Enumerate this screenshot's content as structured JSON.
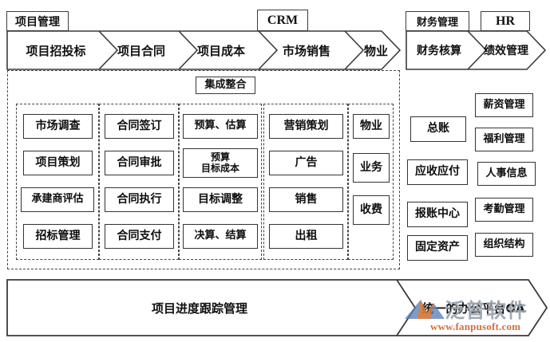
{
  "diagram": {
    "title_caption_tabs": [
      {
        "id": "pm",
        "label": "项目管理"
      },
      {
        "id": "crm",
        "label": "CRM"
      },
      {
        "id": "finance",
        "label": "财务管理"
      },
      {
        "id": "hr",
        "label": "HR"
      }
    ],
    "process_band_left": {
      "steps": [
        "项目招投标",
        "项目合同",
        "项目成本",
        "市场销售",
        "物业"
      ]
    },
    "process_band_right": {
      "steps": [
        "财务核算",
        "绩效管理"
      ]
    },
    "integration_tag": "集成整合",
    "columns": [
      {
        "id": "bidding",
        "parent": "项目招投标",
        "items": [
          "市场调查",
          "项目策划",
          "承建商评估",
          "招标管理"
        ]
      },
      {
        "id": "contract",
        "parent": "项目合同",
        "items": [
          "合同签订",
          "合同审批",
          "合同执行",
          "合同支付"
        ]
      },
      {
        "id": "cost",
        "parent": "项目成本",
        "items": [
          "预算、估算",
          "预算\n目标成本",
          "目标调整",
          "决算、结算"
        ]
      },
      {
        "id": "sales",
        "parent": "市场销售",
        "items": [
          "营销策划",
          "广告",
          "销售",
          "出租"
        ]
      },
      {
        "id": "property",
        "parent": "物业",
        "items": [
          "物业",
          "业务",
          "收费"
        ]
      },
      {
        "id": "accounting",
        "parent": "财务核算",
        "items": [
          "总账",
          "应收应付",
          "报账中心",
          "固定资产"
        ]
      },
      {
        "id": "hr",
        "parent": "绩效管理",
        "items": [
          "薪资管理",
          "福利管理",
          "人事信息",
          "考勤管理",
          "组织结构"
        ]
      }
    ],
    "footer": {
      "left_label": "项目进度跟踪管理",
      "right_label": "统一的办公平台OA"
    },
    "watermark": {
      "brand": "泛普软件",
      "url": "www.fanpusoft.com"
    },
    "colors": {
      "line": "#333333",
      "text": "#111111",
      "background": "#ffffff",
      "watermark_text": "#9aa3ad",
      "watermark_url": "#d4622a"
    }
  }
}
